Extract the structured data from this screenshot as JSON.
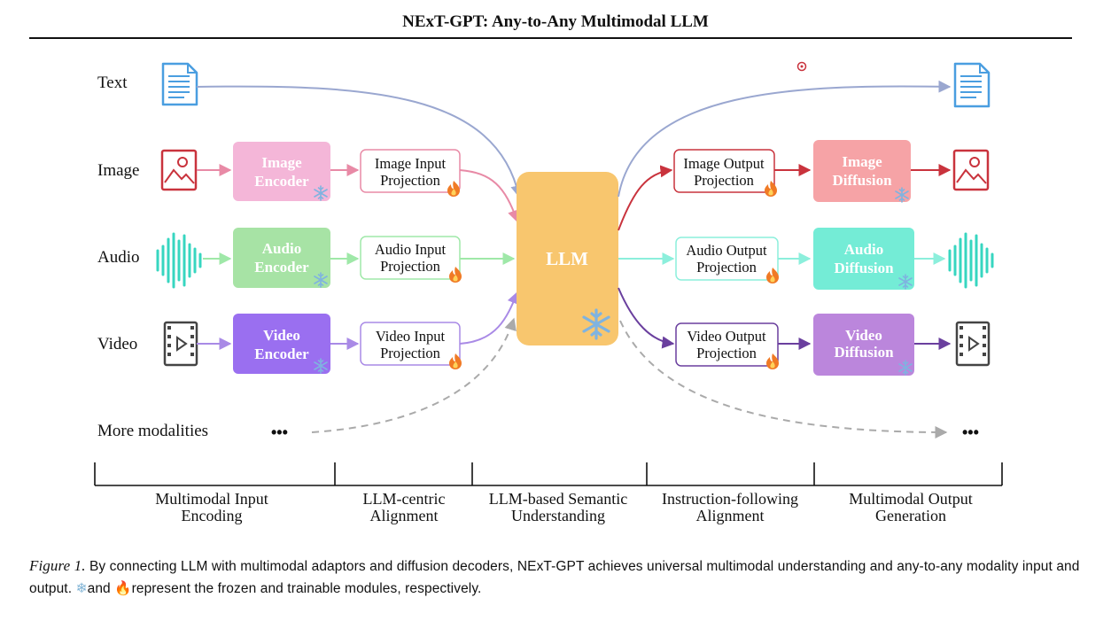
{
  "title": "NExT-GPT: Any-to-Any Multimodal LLM",
  "colors": {
    "text_stream": "#9aa7d0",
    "image": "#c9333d",
    "audio": "#37d6c0",
    "video": "#6a3f9e",
    "more": "#aaaaaa",
    "llm": "#f8c66e",
    "image_encoder": "#f4b6d8",
    "audio_encoder": "#a7e3a5",
    "video_encoder": "#9a6ff0",
    "image_diffusion": "#f6a3a6",
    "audio_diffusion": "#74ecd6",
    "video_diffusion": "#bb86dc"
  },
  "modalities": {
    "text": "Text",
    "image": "Image",
    "audio": "Audio",
    "video": "Video",
    "more": "More modalities",
    "ellipsis": "•••"
  },
  "encoders": {
    "image": [
      "Image",
      "Encoder"
    ],
    "audio": [
      "Audio",
      "Encoder"
    ],
    "video": [
      "Video",
      "Encoder"
    ]
  },
  "input_projections": {
    "image": [
      "Image Input",
      "Projection"
    ],
    "audio": [
      "Audio Input",
      "Projection"
    ],
    "video": [
      "Video Input",
      "Projection"
    ]
  },
  "llm_label": "LLM",
  "output_projections": {
    "image": [
      "Image Output",
      "Projection"
    ],
    "audio": [
      "Audio Output",
      "Projection"
    ],
    "video": [
      "Video Output",
      "Projection"
    ]
  },
  "diffusions": {
    "image": [
      "Image",
      "Diffusion"
    ],
    "audio": [
      "Audio",
      "Diffusion"
    ],
    "video": [
      "Video",
      "Diffusion"
    ]
  },
  "stages": [
    [
      "Multimodal Input",
      "Encoding"
    ],
    [
      "LLM-centric",
      "Alignment"
    ],
    [
      "LLM-based Semantic",
      "Understanding"
    ],
    [
      "Instruction-following",
      "Alignment"
    ],
    [
      "Multimodal Output",
      "Generation"
    ]
  ],
  "caption": {
    "label": "Figure 1.",
    "text1": " By connecting LLM with multimodal adaptors and diffusion decoders, NExT-GPT achieves universal multimodal understanding and any-to-any modality input and output. ",
    "snow": "❄",
    "text2": "and ",
    "fire": "🔥",
    "text3": "represent the frozen and trainable modules, respectively."
  }
}
